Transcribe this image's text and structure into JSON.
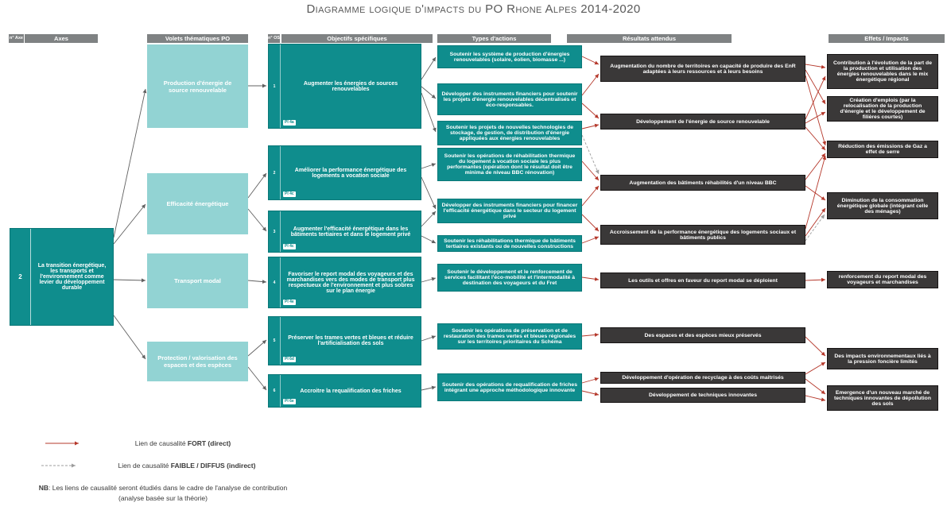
{
  "title": "Diagramme logique d'impacts du PO Rhone Alpes 2014-2020",
  "headers": {
    "axis_no": "n° Axe",
    "axes": "Axes",
    "volets": "Volets thématiques PO",
    "os_no": "n° OS",
    "objectifs": "Objectifs spécifiques",
    "actions": "Types d'actions",
    "resultats": "Résultats attendus",
    "effets": "Effets / Impacts"
  },
  "axis": {
    "number": "2",
    "label": "La transition énergétique, les transports et l'environnement comme levier du développement durable"
  },
  "volets": [
    {
      "label": "Production d'énergie de source renouvelable"
    },
    {
      "label": "Efficacité énergétique"
    },
    {
      "label": "Transport modal"
    },
    {
      "label": "Protection / valorisation des espaces et des espèces"
    }
  ],
  "objectifs": [
    {
      "num": "1",
      "badge": "PI 4a",
      "text": "Augmenter les énergies de sources renouvelables"
    },
    {
      "num": "2",
      "badge": "PI 4c",
      "text": "Améliorer la performance énergétique des logements a vocation sociale"
    },
    {
      "num": "3",
      "badge": "PI 4c",
      "text": "Augmenter l'efficacité énergétique dans les bâtiments tertiaires et dans le logement privé"
    },
    {
      "num": "4",
      "badge": "PI 4e",
      "text": "Favoriser le report modal des voyageurs et des marchandises vers des modes de transport plus respectueux de l'environnement et plus sobres sur le plan énergie"
    },
    {
      "num": "5",
      "badge": "PI 6d",
      "text": "Préserver les trames vertes et bleues et réduire l'artificialisation des sols"
    },
    {
      "num": "6",
      "badge": "PI 6e",
      "text": "Accroitre la requalification des friches"
    }
  ],
  "actions": [
    {
      "text": "Soutenir les système de production d'énergies renouvelables (solaire, éolien, biomasse ...)"
    },
    {
      "text": "Développer des instruments financiers pour soutenir les projets d'énergie renouvelables décentralisés et éco-responsables."
    },
    {
      "text": "Soutenir les projets de nouvelles technologies de stockage, de gestion, de distribution d'énergie appliquées aux énergies renouvelables"
    },
    {
      "text": "Soutenir les opérations de réhabilitation thermique du logement à vocation sociale les plus performantes (opération dont le résultat doit être minima de niveau BBC rénovation)"
    },
    {
      "text": "Développer des instruments financiers pour financer l'efficacité énergétique dans le secteur du logement privé"
    },
    {
      "text": "Soutenir les réhabilitations thermique de bâtiments tertiaires existants ou de nouvelles constructions"
    },
    {
      "text": "Soutenir le développement et le renforcement de services facilitant l'éco-mobilité et l'intermodalité à destination des voyageurs et du Fret"
    },
    {
      "text": "Soutenir les opérations de préservation et de restauration des trames vertes et bleues régionales sur les territoires prioritaires du Schéma"
    },
    {
      "text": "Soutenir des opérations de requalification de friches intégrant une approche méthodologique innovante"
    }
  ],
  "resultats": [
    {
      "text": "Augmentation du nombre de territoires en capacité de produire des EnR adaptées à leurs ressources et à leurs besoins"
    },
    {
      "text": "Développement de l'énergie de source renouvelable"
    },
    {
      "text": "Augmentation des bâtiments réhabilités d'un niveau BBC"
    },
    {
      "text": "Accroissement de la performance énergétique des logements sociaux et bâtiments publics"
    },
    {
      "text": "Les outils et offres en faveur du report modal se déploient"
    },
    {
      "text": "Des espaces et des espèces mieux préservés"
    },
    {
      "text": "Développement d'opération de recyclage à des coûts maitrisés"
    },
    {
      "text": "Développement de techniques innovantes"
    }
  ],
  "effets": [
    {
      "text": "Contribution à l'évolution de la part de la production et utilisation des énergies renouvelables dans le mix énergétique régional"
    },
    {
      "text": "Création d'emplois (par la relocalisation de la production d'énergie et le développement de filières courtes)"
    },
    {
      "text": "Réduction des émissions de Gaz a effet de serre"
    },
    {
      "text": "Diminution de la consommation énergétique globale (intégrant celle des ménages)"
    },
    {
      "text": "renforcement du report modal des voyageurs et marchandises"
    },
    {
      "text": "Des impacts environnementaux liés à la pression foncière limités"
    },
    {
      "text": "Emergence d'un nouveau marché de techniques innovantes de dépollution des sols"
    }
  ],
  "legend": {
    "strong_prefix": "Lien de causalité ",
    "strong_bold": "FORT (direct)",
    "weak_prefix": "Lien de causalité ",
    "weak_bold": "FAIBLE / DIFFUS (indirect)",
    "nb_bold": "NB",
    "nb_text": ": Les liens de causalité seront étudiés dans le cadre de l'analyse de contribution (analyse basée sur la théorie)"
  },
  "colors": {
    "teal": "#0f8d8d",
    "teal_light": "#92d3d3",
    "dark_box": "#3a3838",
    "header_gray": "#7f8283",
    "strong_link_red": "#b5382b",
    "weak_link_gray": "#9c9c9c",
    "flow_gray": "#606060"
  }
}
